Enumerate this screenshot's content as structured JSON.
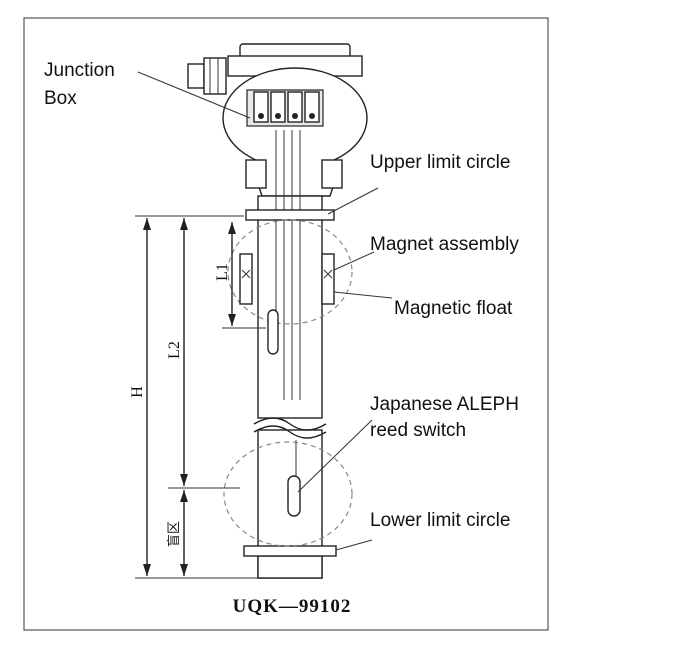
{
  "labels": {
    "junction_box_line1": "Junction",
    "junction_box_line2": "Box",
    "upper_limit_circle": "Upper limit circle",
    "magnet_assembly": "Magnet assembly",
    "magnetic_float": "Magnetic float",
    "reed_switch_line1": "Japanese ALEPH",
    "reed_switch_line2": "reed switch",
    "lower_limit_circle": "Lower limit circle"
  },
  "dimensions": {
    "h": "H",
    "l1": "L1",
    "l2": "L2",
    "blind_zone": "盲区"
  },
  "model": "UQK—99102"
}
